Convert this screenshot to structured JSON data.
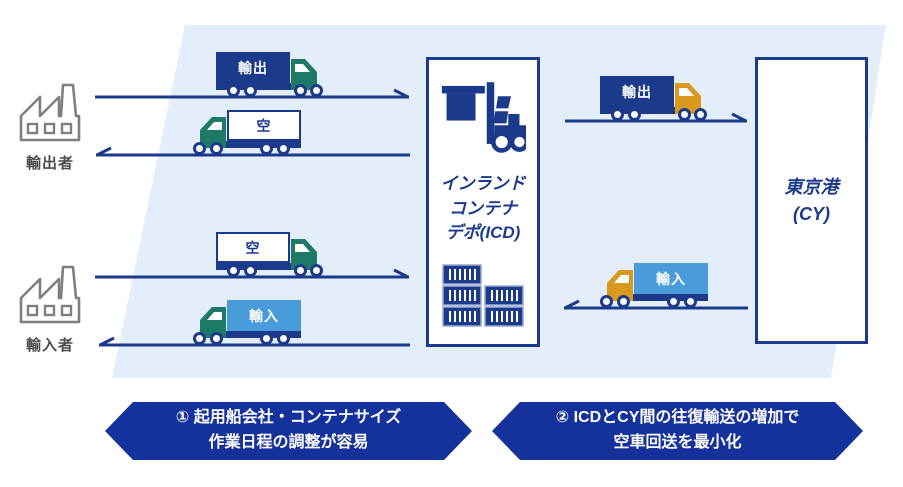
{
  "colors": {
    "navy": "#1c3a8c",
    "banner_blue": "#15319b",
    "truck_cab_teal": "#1d7a67",
    "truck_cab_orange": "#d9991f",
    "container_light_blue": "#4a9bdc",
    "panel_background": "#e4eefb",
    "factory_gray": "#7f7f7f"
  },
  "actors": {
    "exporter_label": "輸出者",
    "importer_label": "輸入者"
  },
  "icd": {
    "name_line1": "インランド",
    "name_line2": "コンテナ",
    "name_line3": "デポ(ICD)"
  },
  "port": {
    "name_line1": "東京港",
    "name_line2": "(CY)"
  },
  "trucks": {
    "exporter_to_icd": "輸出",
    "icd_to_exporter_empty": "空",
    "importer_to_icd_empty": "空",
    "icd_to_importer": "輸入",
    "icd_to_port": "輸出",
    "port_to_icd": "輸入"
  },
  "banners": {
    "first_line1": "① 起用船会社・コンテナサイズ",
    "first_line2": "作業日程の調整が容易",
    "second_line1": "② ICDとCY間の往復輸送の増加で",
    "second_line2": "空車回送を最小化"
  }
}
